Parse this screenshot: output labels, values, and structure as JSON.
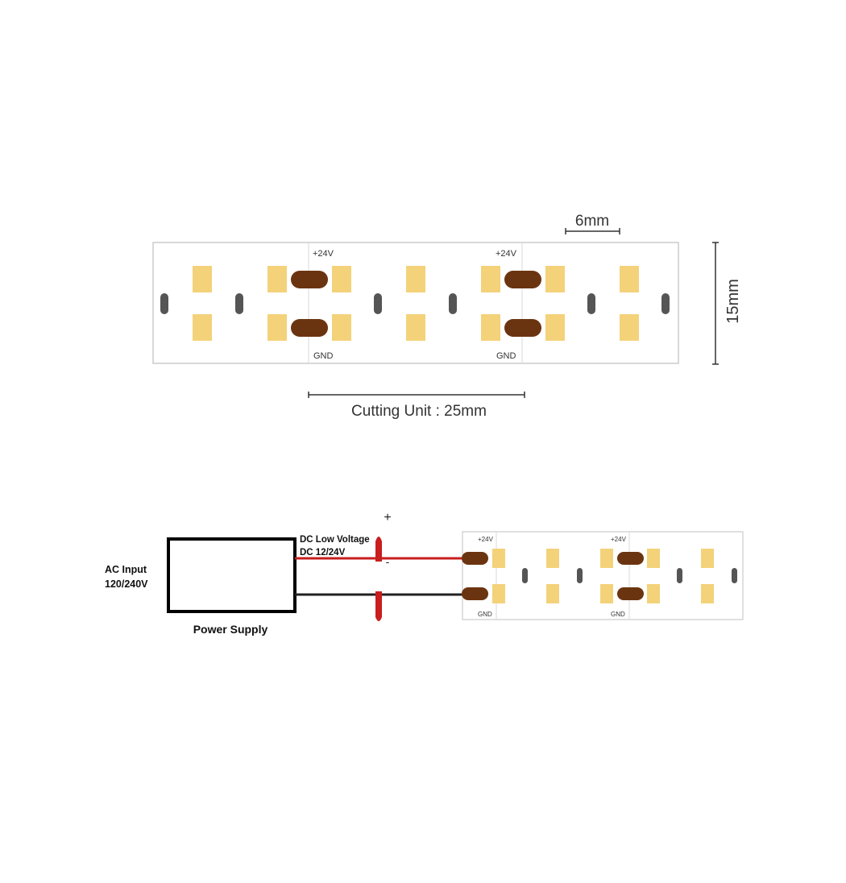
{
  "top_strip": {
    "plus_label": "+24V",
    "gnd_label": "GND",
    "pad_width_label": "6mm",
    "height_label": "15mm",
    "cutting_unit_label": "Cutting Unit : 25mm"
  },
  "wiring": {
    "ac_input_line1": "AC Input",
    "ac_input_line2": "120/240V",
    "power_supply_label": "Power Supply",
    "dc_line1": "DC Low Voltage",
    "dc_line2": "DC 12/24V",
    "plus_sign": "+",
    "minus_sign": "-",
    "strip_plus_label": "+24V",
    "strip_gnd_label": "GND"
  },
  "colors": {
    "led": "#f4d27a",
    "solder_pad": "#6b3410",
    "resistor": "#555555",
    "positive_wire": "#c81e1e",
    "negative_wire": "#222222",
    "strip_border": "#cccccc"
  }
}
